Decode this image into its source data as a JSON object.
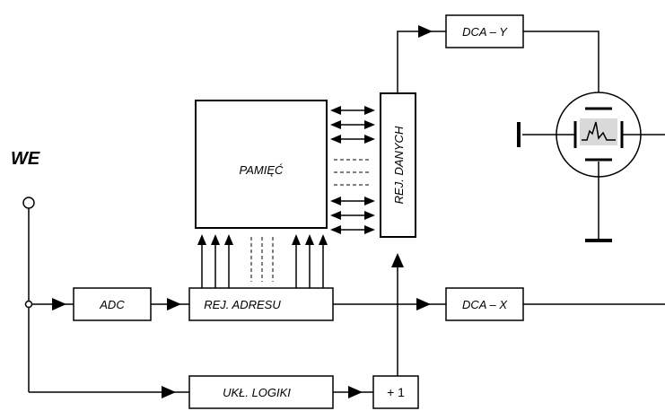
{
  "input": {
    "label": "WE"
  },
  "blocks": {
    "adc": "ADC",
    "address_register": "REJ. ADRESU",
    "memory": "PAMIĘĆ",
    "data_register": "REJ. DANYCH",
    "dac_y": "DCA – Y",
    "dac_x": "DCA – X",
    "logic": "UKŁ. LOGIKI",
    "increment": "+ 1"
  },
  "colors": {
    "line": "#000000",
    "screen": "#d9d9d9"
  }
}
